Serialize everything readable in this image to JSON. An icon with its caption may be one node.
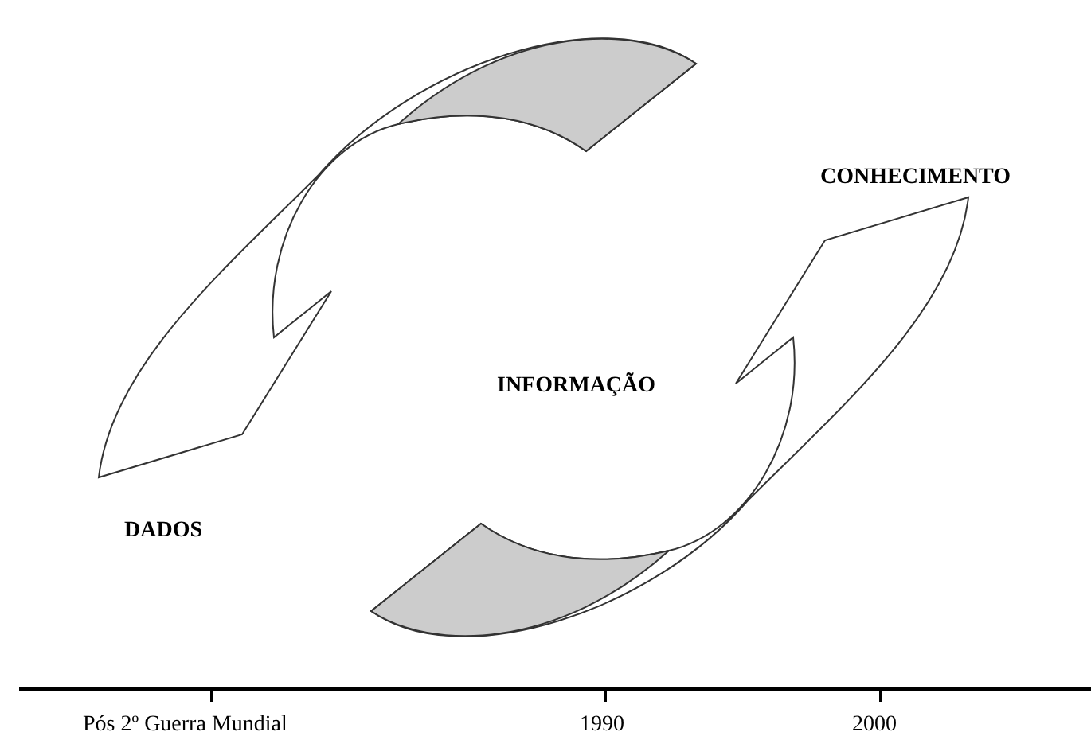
{
  "diagram": {
    "nodes": [
      {
        "text": [
          "DADOS"
        ]
      },
      {
        "text": [
          "INFORMAÇÃO"
        ]
      },
      {
        "text": [
          "CONHECIMENTO"
        ]
      }
    ],
    "labels": [
      "Pós 2º Guerra Mundial",
      "1990",
      "2000"
    ]
  }
}
